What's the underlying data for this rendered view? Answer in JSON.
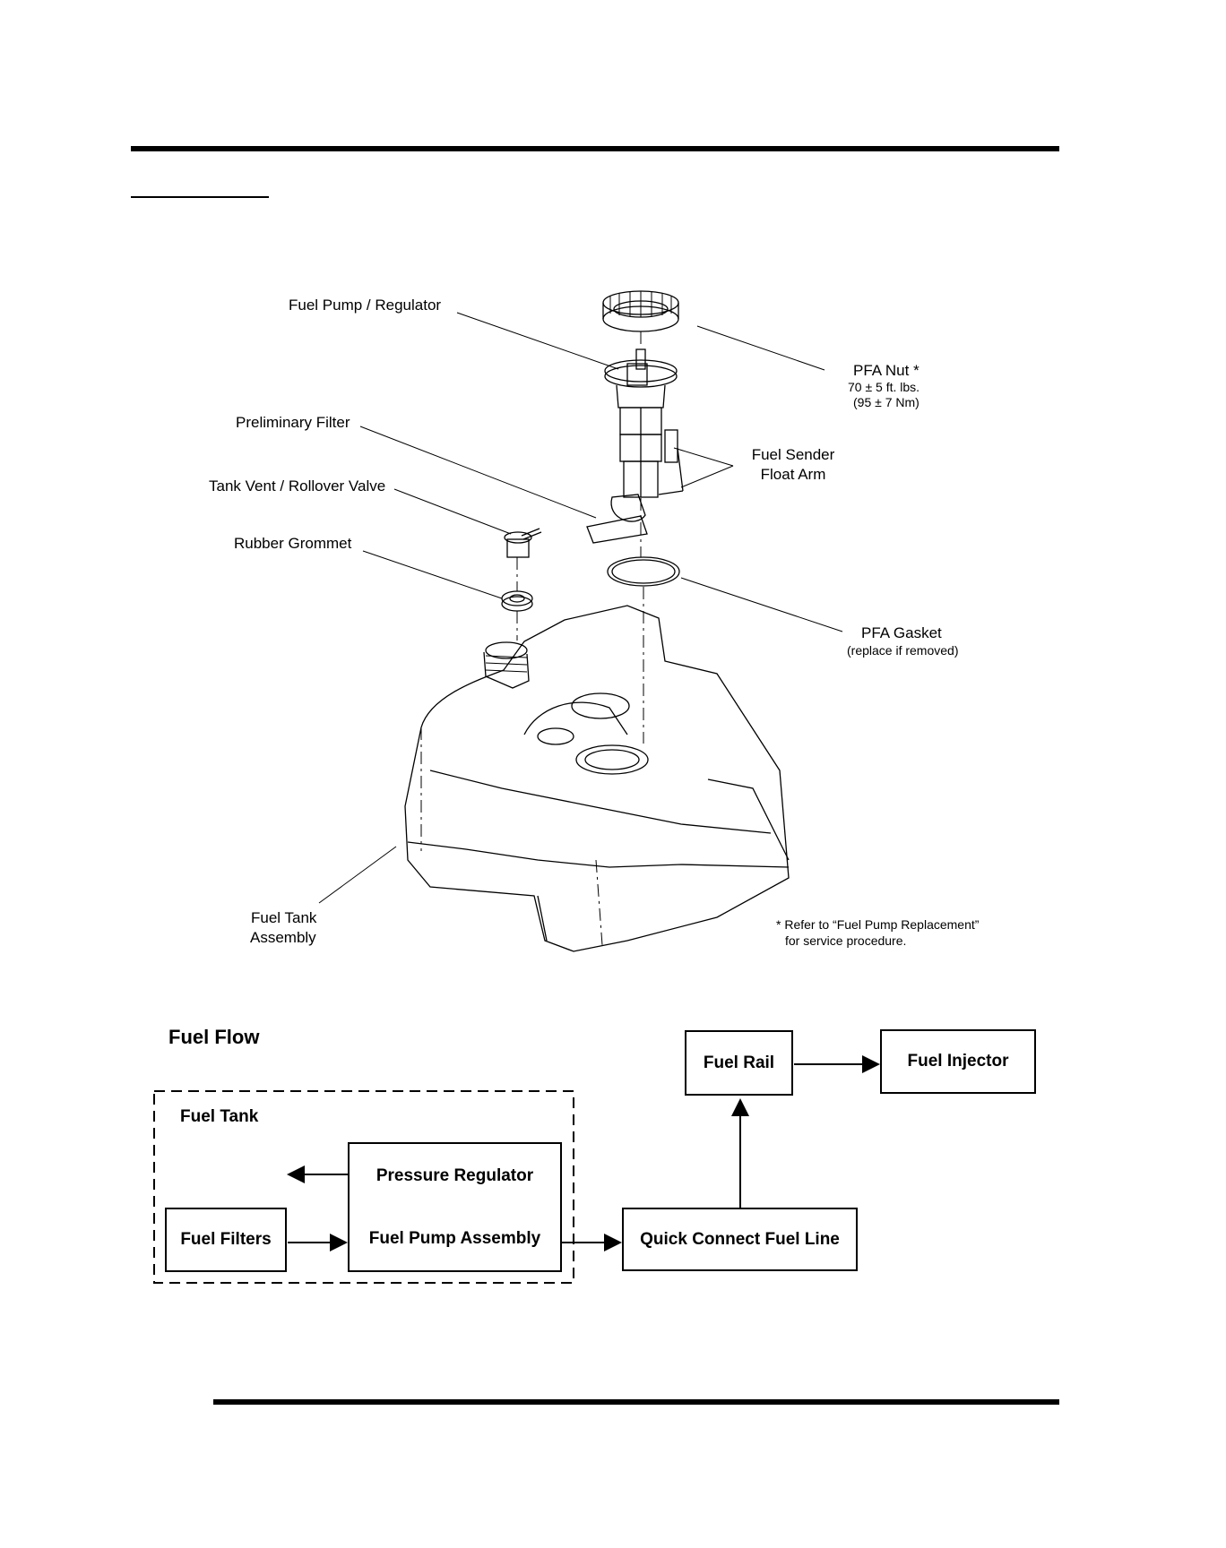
{
  "exploded_view": {
    "labels": {
      "fuel_pump_regulator": "Fuel Pump / Regulator",
      "pfa_nut": "PFA Nut *",
      "pfa_nut_torque_1": "70 ± 5 ft. lbs.",
      "pfa_nut_torque_2": "(95 ± 7 Nm)",
      "preliminary_filter": "Preliminary Filter",
      "fuel_sender_1": "Fuel Sender",
      "fuel_sender_2": "Float Arm",
      "tank_vent": "Tank Vent / Rollover Valve",
      "rubber_grommet": "Rubber Grommet",
      "pfa_gasket": "PFA Gasket",
      "pfa_gasket_note": "(replace if removed)",
      "fuel_tank_1": "Fuel Tank",
      "fuel_tank_2": "Assembly",
      "footnote_1": "* Refer to “Fuel Pump Replacement”",
      "footnote_2": "for service procedure."
    }
  },
  "fuel_flow": {
    "title": "Fuel Flow",
    "group_label": "Fuel Tank",
    "boxes": {
      "fuel_filters": "Fuel Filters",
      "pressure_regulator": "Pressure Regulator",
      "fuel_pump_assembly": "Fuel Pump Assembly",
      "quick_connect": "Quick Connect Fuel Line",
      "fuel_rail": "Fuel Rail",
      "fuel_injector": "Fuel Injector"
    }
  }
}
